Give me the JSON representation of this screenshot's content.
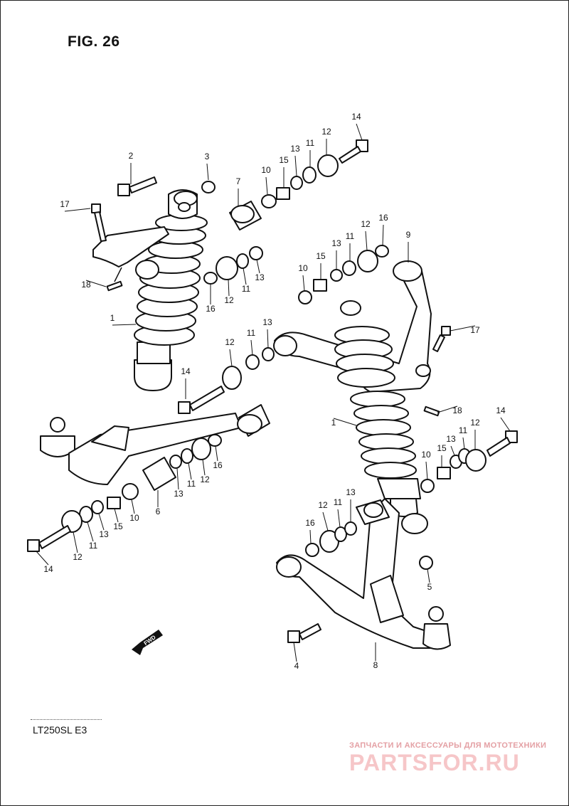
{
  "figure": {
    "title": "FIG. 26",
    "model_code": "LT250SL  E3"
  },
  "fwd_label": "FWD",
  "watermark": {
    "tagline": "ЗАПЧАСТИ И АКСЕССУАРЫ ДЛЯ МОТОТЕХНИКИ",
    "logo": "PARTSFOR.RU"
  },
  "callouts": [
    {
      "id": "left-2",
      "num": "2"
    },
    {
      "id": "left-3",
      "num": "3"
    },
    {
      "id": "left-17",
      "num": "17"
    },
    {
      "id": "left-18",
      "num": "18"
    },
    {
      "id": "left-1",
      "num": "1"
    },
    {
      "id": "up-7",
      "num": "7"
    },
    {
      "id": "up-10",
      "num": "10"
    },
    {
      "id": "up-15",
      "num": "15"
    },
    {
      "id": "up-13",
      "num": "13"
    },
    {
      "id": "up-11",
      "num": "11"
    },
    {
      "id": "up-12",
      "num": "12"
    },
    {
      "id": "up-14",
      "num": "14"
    },
    {
      "id": "mid-16",
      "num": "16"
    },
    {
      "id": "mid-12",
      "num": "12"
    },
    {
      "id": "mid-11",
      "num": "11"
    },
    {
      "id": "mid-13",
      "num": "13"
    },
    {
      "id": "c-10",
      "num": "10"
    },
    {
      "id": "c-15",
      "num": "15"
    },
    {
      "id": "c-13",
      "num": "13"
    },
    {
      "id": "c-11",
      "num": "11"
    },
    {
      "id": "c-12",
      "num": "12"
    },
    {
      "id": "c-16",
      "num": "16"
    },
    {
      "id": "c-9",
      "num": "9"
    },
    {
      "id": "r-17",
      "num": "17"
    },
    {
      "id": "m-12",
      "num": "12"
    },
    {
      "id": "m-11",
      "num": "11"
    },
    {
      "id": "m-13",
      "num": "13"
    },
    {
      "id": "m-14",
      "num": "14"
    },
    {
      "id": "ll-13",
      "num": "13"
    },
    {
      "id": "ll-12",
      "num": "12"
    },
    {
      "id": "ll-16",
      "num": "16"
    },
    {
      "id": "ll-11",
      "num": "11"
    },
    {
      "id": "ll-6",
      "num": "6"
    },
    {
      "id": "ll-13b",
      "num": "13"
    },
    {
      "id": "ll-15",
      "num": "15"
    },
    {
      "id": "ll-10",
      "num": "10"
    },
    {
      "id": "ll-12b",
      "num": "12"
    },
    {
      "id": "ll-11b",
      "num": "11"
    },
    {
      "id": "ll-14",
      "num": "14"
    },
    {
      "id": "r-1",
      "num": "1"
    },
    {
      "id": "r-18",
      "num": "18"
    },
    {
      "id": "r-14",
      "num": "14"
    },
    {
      "id": "r-12",
      "num": "12"
    },
    {
      "id": "r-11",
      "num": "11"
    },
    {
      "id": "r-13",
      "num": "13"
    },
    {
      "id": "r-15",
      "num": "15"
    },
    {
      "id": "r-10",
      "num": "10"
    },
    {
      "id": "lr-12",
      "num": "12"
    },
    {
      "id": "lr-11",
      "num": "11"
    },
    {
      "id": "lr-13",
      "num": "13"
    },
    {
      "id": "lr-16",
      "num": "16"
    },
    {
      "id": "lr-5",
      "num": "5"
    },
    {
      "id": "lr-4",
      "num": "4"
    },
    {
      "id": "lr-8",
      "num": "8"
    }
  ]
}
